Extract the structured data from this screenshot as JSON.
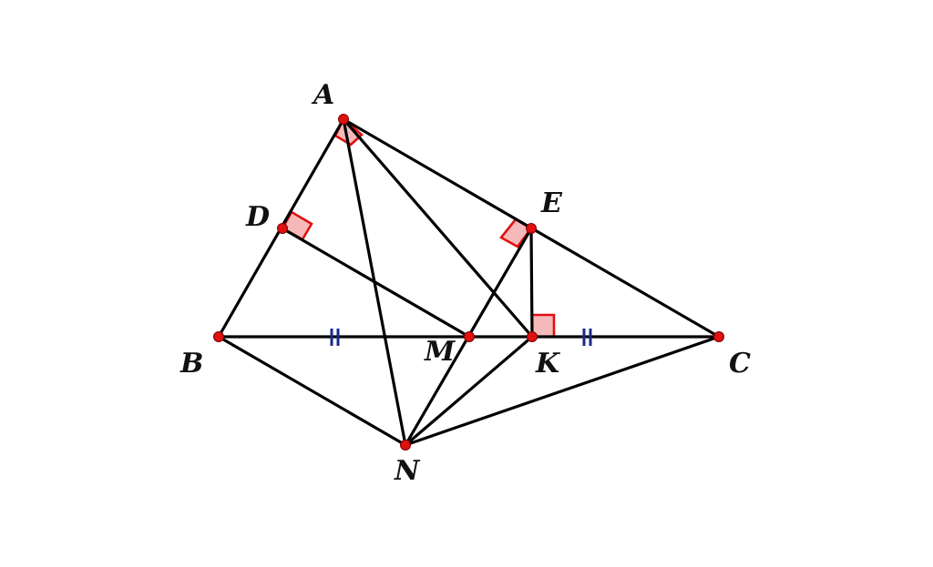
{
  "figure": {
    "points": {
      "A": "A",
      "B": "B",
      "C": "C",
      "D": "D",
      "E": "E",
      "M": "M",
      "K": "K",
      "N": "N"
    },
    "colors": {
      "line": "#000000",
      "point": "#e01010",
      "right_angle_stroke": "#e01010",
      "right_angle_fill": "#f6b9b9",
      "tick": "#1a2a8c",
      "background": "#ffffff"
    }
  }
}
